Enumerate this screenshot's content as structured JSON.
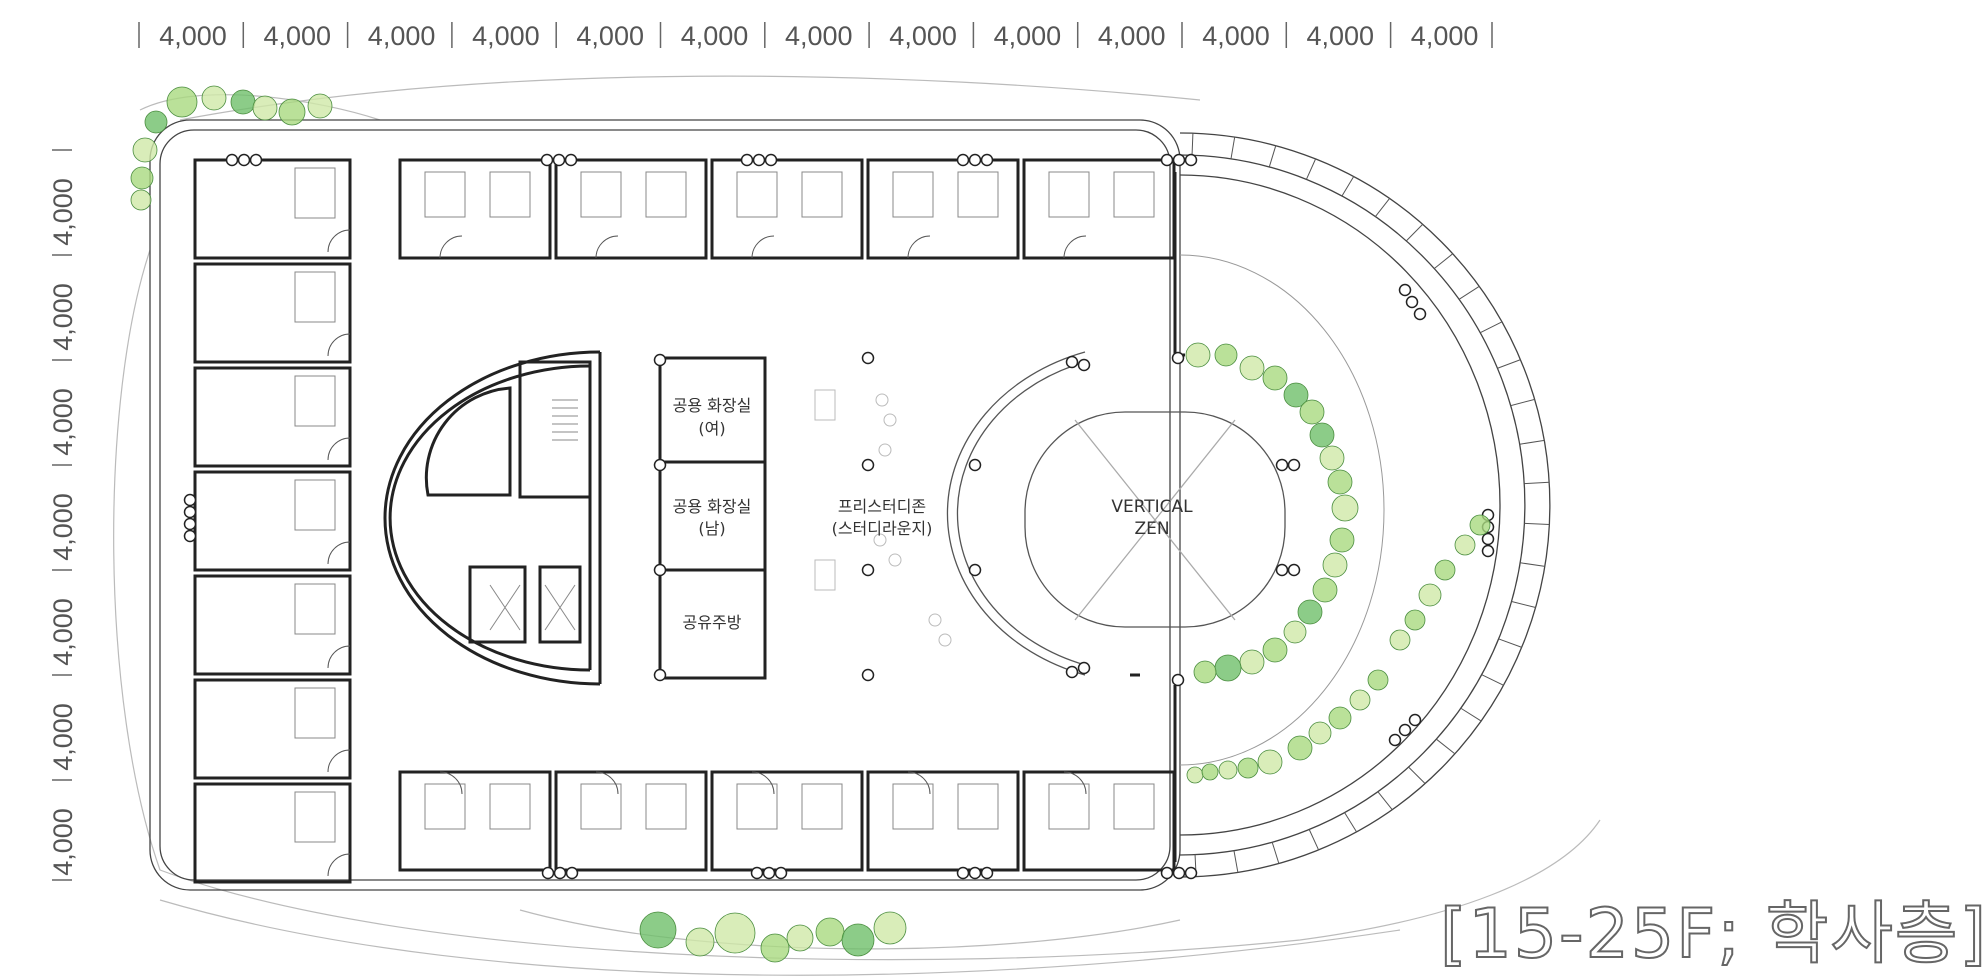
{
  "dimensions": {
    "top": [
      "4,000",
      "4,000",
      "4,000",
      "4,000",
      "4,000",
      "4,000",
      "4,000",
      "4,000",
      "4,000",
      "4,000",
      "4,000",
      "4,000",
      "4,000"
    ],
    "left": [
      "4,000",
      "4,000",
      "4,000",
      "4,000",
      "4,000",
      "4,000",
      "4,000"
    ]
  },
  "rooms": {
    "toilet_female_1": "공용 화장실",
    "toilet_female_2": "(여)",
    "toilet_male_1": "공용 화장실",
    "toilet_male_2": "(남)",
    "kitchen": "공유주방",
    "free_study_1": "프리스터디존",
    "free_study_2": "(스터디라운지)",
    "vertical_1": "VERTICAL",
    "vertical_2": "ZEN"
  },
  "floor_title": "[15-25F; 학사층]",
  "colors": {
    "wall": "#222222",
    "thin_line": "#999999",
    "tree_light": "#cfe9a8",
    "tree_mid": "#a9d97f",
    "tree_dark": "#6fbf6a"
  }
}
